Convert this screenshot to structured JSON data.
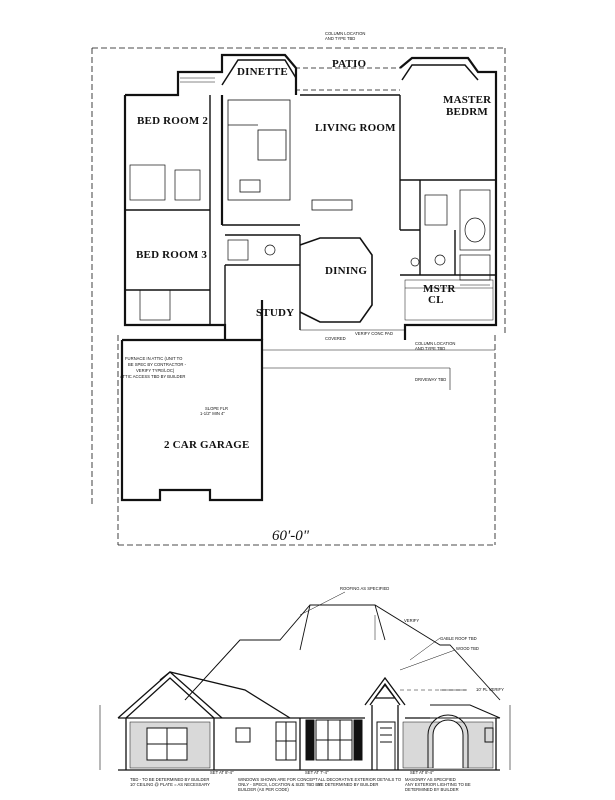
{
  "floor_plan": {
    "rooms": {
      "dinette": "DINETTE",
      "patio": "PATIO",
      "master_bedroom_line1": "MASTER",
      "master_bedroom_line2": "BEDRM",
      "bedroom2": "BED ROOM 2",
      "living_room": "LIVING ROOM",
      "bedroom3": "BED ROOM 3",
      "dining": "DINING",
      "master_closet_line1": "MSTR",
      "master_closet_line2": "CL",
      "study": "STUDY",
      "garage": "2 CAR GARAGE"
    },
    "overall_width": "60'-0\"",
    "notes": {
      "column_top_1": "COLUMN LOCATION",
      "column_top_2": "AND TYPE TBD",
      "column_right_1": "COLUMN LOCATION",
      "column_right_2": "AND TYPE TBD",
      "furnace_1": "FURNACE IN ATTIC (UNIT TO",
      "furnace_2": "BE SPEC BY CONTRACTOR -",
      "furnace_3": "VERIFY TYPE/LOC)",
      "attic_access": "ATTIC ACCESS TBD BY BUILDER",
      "verify_conc_pad": "VERIFY CONC PAD",
      "covered": "COVERED",
      "driveway": "DRIVEWAY TBD",
      "slope_1": "SLOPE FLR",
      "slope_2": "1-1/2\" MIN 4\""
    }
  },
  "elevation": {
    "roofing": "ROOFING AS SPECIFIED",
    "verify": "VERIFY",
    "gable_roof": "GABLE ROOF TBD",
    "wood_tbd": "WOOD TBD",
    "plate_verify": "10' PL VERIFY",
    "notes_left_1": "TBD - TO BE DETERMINED BY BUILDER",
    "notes_left_2": "10' CEILING @ PLATE = AS NECESSARY",
    "notes_mid_1": "WINDOWS SHOWN ARE FOR CONCEPT",
    "notes_mid_2": "ONLY - SPECS, LOCATION & SIZE TBD BY",
    "notes_mid_3": "BUILDER (AS PER CODE)",
    "notes_mid2_1": "ALL DECORATIVE EXTERIOR DETAILS TO",
    "notes_mid2_2": "BE DETERMINED BY BUILDER",
    "notes_right_1": "MASONRY AS SPECIFIED",
    "notes_right_2": "ANY EXTERIOR LIGHTING TO BE",
    "notes_right_3": "DETERMINED BY BUILDER",
    "set_1": "SET AT 8'-4\"",
    "set_2": "SET AT 7'-4\"",
    "set_3": "SET AT 8'-4\""
  }
}
